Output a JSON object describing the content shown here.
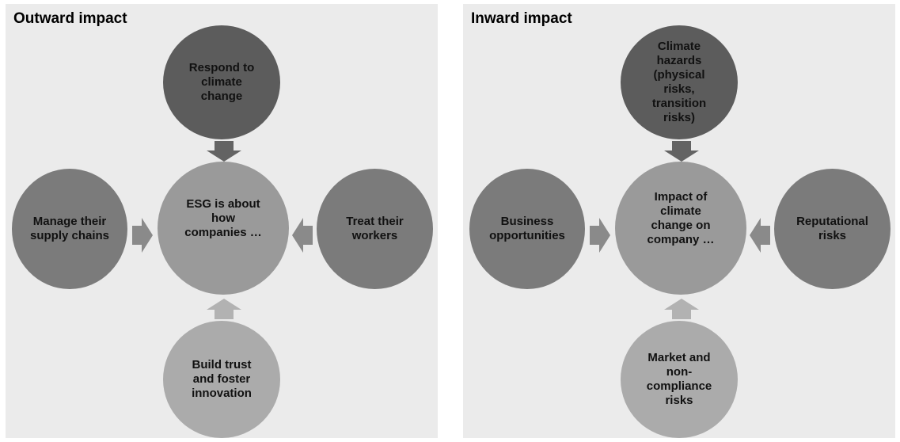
{
  "panels": [
    {
      "title": "Outward impact",
      "center": "ESG is about how companies …",
      "top": "Respond to climate change",
      "left": "Manage their supply chains",
      "right": "Treat their workers",
      "bottom": "Build trust and foster innovation"
    },
    {
      "title": "Inward impact",
      "center": "Impact of climate change on company …",
      "top": "Climate hazards (physical risks, transition risks)",
      "left": "Business opportunities",
      "right": "Reputational risks",
      "bottom": "Market and non-compliance risks"
    }
  ],
  "colors": {
    "background": "#ebebeb",
    "top": "#5c5c5c",
    "center": "#9a9a9a",
    "sides": "#7b7b7b",
    "bottom": "#ababab"
  }
}
